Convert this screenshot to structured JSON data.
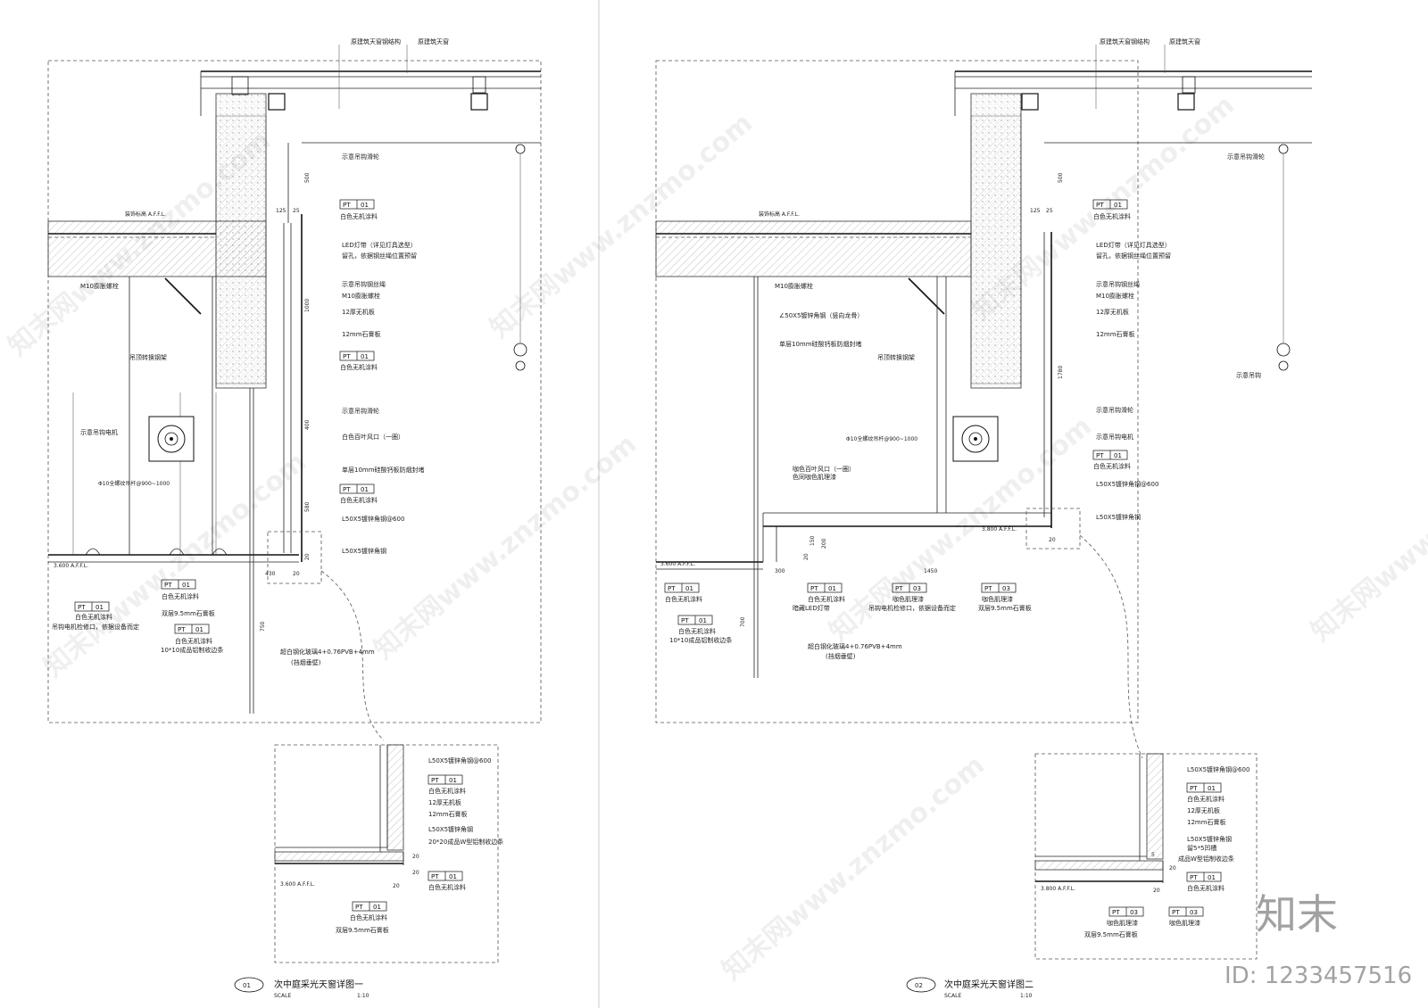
{
  "sheet1": {
    "number": "01",
    "title": "次中庭采光天窗详图一",
    "scale_label": "SCALE",
    "scale": "1:10",
    "labels": {
      "skylight_steel": "原建筑天窗钢结构",
      "skylight": "原建筑天窗",
      "pulley_top": "示意吊钩滑轮",
      "afl_upper": "装饰标高 A.F.F.L.",
      "led": "LED灯带（详见灯具选型）",
      "led_note": "留孔，依据钢丝绳位置预留",
      "m10": "M10膨胀螺栓",
      "pulley_wire": "示意吊钩钢丝绳",
      "m10b": "M10膨胀螺栓",
      "board12": "12厚无机板",
      "gypsum12": "12mm石膏板",
      "truss": "吊顶转换钢架",
      "motor": "示意吊钩电机",
      "pulley2": "示意吊钩滑轮",
      "vent": "白色百叶风口（一圈）",
      "rod": "Φ10全螺纹吊杆@900~1000",
      "al_panel": "单层10mm硅酸钙板防烟封堵",
      "angle600": "L50X5镀锌角钢@600",
      "angle": "L50X5镀锌角钢",
      "afl_lower": "3.600 A.F.F.L.",
      "double_gypsum": "双层9.5mm石膏板",
      "access_note": "吊钩电机检修口，依据设备而定",
      "trim": "10*10成品铝制收边条",
      "glass": "超白钢化玻璃4+0.76PVB+4mm",
      "glass_note": "(挡烟垂壁)",
      "white_paint": "白色无机涂料"
    },
    "tags": [
      "PT",
      "01"
    ],
    "dims": [
      "500",
      "125",
      "25",
      "1000",
      "400",
      "580",
      "20",
      "430",
      "20",
      "750"
    ],
    "detail": {
      "labels": [
        "L50X5镀锌角钢@600",
        "白色无机涂料",
        "12厚无机板",
        "12mm石膏板",
        "L50X5镀锌角钢",
        "20*20成品W型铝制收边条",
        "白色无机涂料",
        "白色无机涂料",
        "双层9.5mm石膏板"
      ],
      "afl": "3.600 A.F.F.L.",
      "dims": [
        "20",
        "20",
        "20"
      ]
    }
  },
  "sheet2": {
    "number": "02",
    "title": "次中庭采光天窗详图二",
    "scale_label": "SCALE",
    "scale": "1:10",
    "labels": {
      "skylight_steel": "原建筑天窗钢结构",
      "skylight": "原建筑天窗",
      "pulley_top": "示意吊钩滑轮",
      "afl_upper": "装饰标高 A.F.F.L.",
      "m10": "M10膨胀螺栓",
      "angle_steel": "∠50X5镀锌角钢（竖向龙骨）",
      "board10": "单层10mm硅酸钙板防烟封堵",
      "truss": "吊顶转换钢架",
      "rod": "Φ10全螺纹吊杆@900~1000",
      "vent": "咖色百叶风口（一圈）",
      "vent_note": "色同咖色肌理漆",
      "led": "LED灯带（详见灯具选型）",
      "led_note": "留孔，依据钢丝绳位置预留",
      "pulley_wire": "示意吊钩钢丝绳",
      "m10b": "M10膨胀螺栓",
      "board12": "12厚无机板",
      "gypsum12": "12mm石膏板",
      "hook": "示意吊钩",
      "pulley2": "示意吊钩滑轮",
      "motor": "示意吊钩电机",
      "white_paint": "白色无机涂料",
      "angle600": "L50X5镀锌角钢@600",
      "angle": "L50X5镀锌角钢",
      "afl_mid": "3.800 A.F.F.L.",
      "afl_lower": "3.600 A.F.F.L.",
      "hidden_led": "暗藏LED灯带",
      "brown_paint": "咖色肌理漆",
      "access_note": "吊钩电机检修口，依据设备而定",
      "double_gypsum": "双层9.5mm石膏板",
      "trim": "10*10成品铝制收边条",
      "glass": "超白钢化玻璃4+0.76PVB+4mm",
      "glass_note": "(挡烟垂壁)"
    },
    "tags_01": [
      "PT",
      "01"
    ],
    "tags_03": [
      "PT",
      "03"
    ],
    "dims": [
      "500",
      "125",
      "25",
      "1780",
      "150",
      "20",
      "200",
      "300",
      "1450",
      "20",
      "700"
    ],
    "detail": {
      "labels": [
        "L50X5镀锌角钢@600",
        "白色无机涂料",
        "12厚无机板",
        "12mm石膏板",
        "L50X5镀锌角钢",
        "留5*5凹槽",
        "成品W型铝制收边条",
        "白色无机涂料",
        "咖色肌理漆",
        "咖色肌理漆",
        "双层9.5mm石膏板"
      ],
      "afl": "3.800 A.F.F.L.",
      "dims": [
        "5",
        "20",
        "20"
      ]
    }
  },
  "branding": {
    "watermark": "知末网www.znzmo.com",
    "logo": "知末",
    "id": "ID: 1233457516"
  }
}
